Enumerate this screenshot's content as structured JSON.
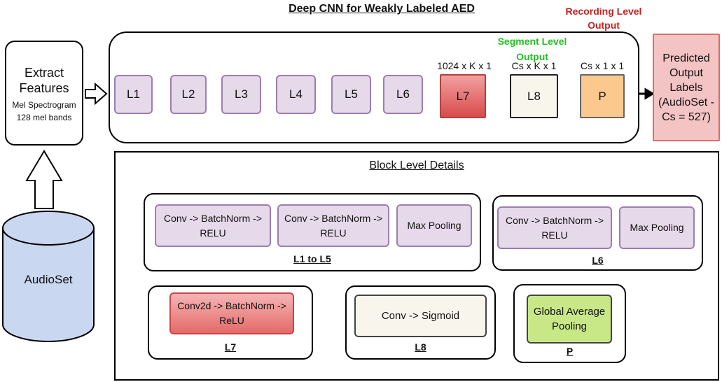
{
  "title": "Deep CNN for Weakly Labeled AED",
  "extract": {
    "line1": "Extract",
    "line2": "Features",
    "line3": "Mel Spectrogram",
    "line4": "128 mel bands"
  },
  "database": "AudioSet",
  "layers": [
    "L1",
    "L2",
    "L3",
    "L4",
    "L5",
    "L6",
    "L7",
    "L8",
    "P"
  ],
  "dims": {
    "l7": "1024 x K x 1",
    "l8": "Cs x K x 1",
    "p": "Cs x 1 x 1"
  },
  "segment_output": [
    "Segment Level",
    "Output"
  ],
  "recording_output": [
    "Recording Level",
    "Output"
  ],
  "predicted": [
    "Predicted",
    "Output",
    "Labels",
    "(AudioSet -",
    "Cs = 527)"
  ],
  "details": {
    "title": "Block Level Details",
    "conv_bn_relu": [
      "Conv -> BatchNorm ->",
      "RELU"
    ],
    "max_pooling": "Max Pooling",
    "conv2d_bn_relu": [
      "Conv2d -> BatchNorm ->",
      "ReLU"
    ],
    "conv_sigmoid": "Conv -> Sigmoid",
    "gap": [
      "Global Average",
      "Pooling"
    ],
    "captions": {
      "l1_l5": "L1 to L5",
      "l6": "L6",
      "l7": "L7",
      "l8": "L8",
      "p": "P"
    }
  },
  "colors": {
    "layer_fill": "#e6d9ea",
    "layer_border": "#9b7fb0",
    "l7_fill": "#e06a6a",
    "l8_fill": "#f8f5ec",
    "p_fill": "#fbc88e",
    "predicted_fill": "#f4c3c3",
    "gap_fill": "#c8e887",
    "segment_text": "#22c222",
    "recording_text": "#c81f1f"
  }
}
